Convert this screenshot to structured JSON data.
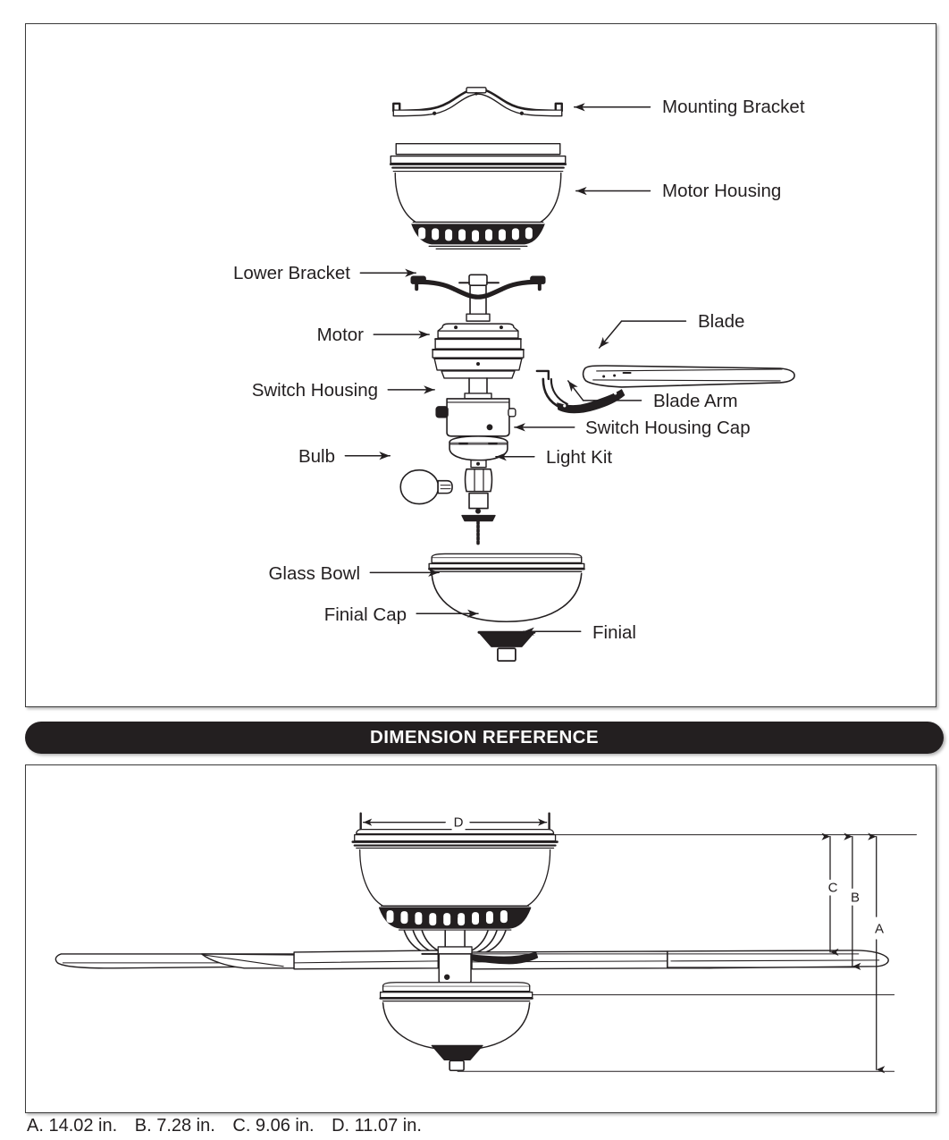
{
  "section": {
    "title": "DIMENSION REFERENCE"
  },
  "exploded_view": {
    "parts": [
      {
        "name": "mounting-bracket",
        "label": "Mounting Bracket",
        "side": "right"
      },
      {
        "name": "motor-housing",
        "label": "Motor Housing",
        "side": "right"
      },
      {
        "name": "lower-bracket",
        "label": "Lower Bracket",
        "side": "left"
      },
      {
        "name": "motor",
        "label": "Motor",
        "side": "left"
      },
      {
        "name": "blade",
        "label": "Blade",
        "side": "right"
      },
      {
        "name": "switch-housing",
        "label": "Switch Housing",
        "side": "left"
      },
      {
        "name": "blade-arm",
        "label": "Blade Arm",
        "side": "right"
      },
      {
        "name": "switch-housing-cap",
        "label": "Switch Housing Cap",
        "side": "right"
      },
      {
        "name": "bulb",
        "label": "Bulb",
        "side": "left"
      },
      {
        "name": "light-kit",
        "label": "Light Kit",
        "side": "right"
      },
      {
        "name": "glass-bowl",
        "label": "Glass Bowl",
        "side": "left"
      },
      {
        "name": "finial-cap",
        "label": "Finial Cap",
        "side": "left"
      },
      {
        "name": "finial",
        "label": "Finial",
        "side": "right"
      }
    ]
  },
  "dimension_view": {
    "markers": [
      {
        "id": "A",
        "label": "A"
      },
      {
        "id": "B",
        "label": "B"
      },
      {
        "id": "C",
        "label": "C"
      },
      {
        "id": "D",
        "label": "D"
      }
    ]
  },
  "dimension_legend": {
    "items": [
      {
        "letter": "A",
        "text": "A. 14.02 in."
      },
      {
        "letter": "B",
        "text": "B. 7.28 in."
      },
      {
        "letter": "C",
        "text": "C. 9.06 in."
      },
      {
        "letter": "D",
        "text": "D. 11.07 in."
      }
    ]
  },
  "colors": {
    "ink": "#231f20",
    "bar": "#231f20",
    "panel_border": "#3a3a3a"
  }
}
